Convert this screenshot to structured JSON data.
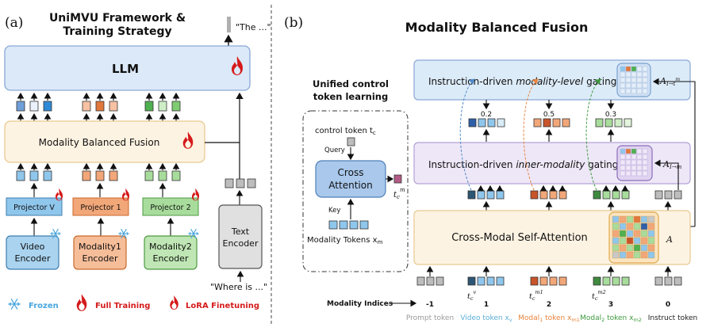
{
  "left": {
    "panel_label": "(a)",
    "title_line1": "UniMVU Framework &",
    "title_line2": "Training Strategy",
    "output_text": "\"The ...\"",
    "llm_label": "LLM",
    "fusion_label": "Modality Balanced Fusion",
    "projectors": [
      "Projector V",
      "Projector 1",
      "Projector 2"
    ],
    "encoders": [
      {
        "line1": "Video",
        "line2": "Encoder"
      },
      {
        "line1": "Modality1",
        "line2": "Encoder"
      },
      {
        "line1": "Modality2",
        "line2": "Encoder"
      }
    ],
    "text_encoder": {
      "line1": "Text",
      "line2": "Encoder"
    },
    "input_text": "\"Where is ...\"",
    "legend": {
      "frozen": "Frozen",
      "full": "Full Training",
      "lora": "LoRA Finetuning"
    }
  },
  "right": {
    "panel_label": "(b)",
    "title": "Modality Balanced Fusion",
    "unified_title_line1": "Unified control",
    "unified_title_line2": "token learning",
    "control_token": "control token t",
    "control_sub": "c",
    "query": "Query",
    "key": "Key",
    "cross_attn_line1": "Cross",
    "cross_attn_line2": "Attention",
    "tcm": "t",
    "tcm_sub": "c",
    "tcm_sup": "m",
    "modality_tokens": "Modality Tokens x",
    "modality_tokens_sub": "m",
    "gate_modality_prefix": "Instruction-driven ",
    "gate_modality_em": "modality-level",
    "gate_modality_suffix": " gating",
    "gate_inner_prefix": "Instruction-driven ",
    "gate_inner_em": "inner-modality",
    "gate_inner_suffix": " gating",
    "self_attn": "Cross-Modal Self-Attention",
    "a_modality": "A",
    "a_modality_sub": "I→t",
    "a_modality_sup": "m",
    "a_inner": "A",
    "a_inner_sub": "I→m",
    "a_label": "A",
    "weights": [
      "0.2",
      "0.5",
      "0.3"
    ],
    "modality_indices_label": "Modality Indices",
    "indices": [
      "-1",
      "1",
      "2",
      "3",
      "0"
    ],
    "tc_labels": [
      {
        "base": "t",
        "sub": "c",
        "sup": "v"
      },
      {
        "base": "t",
        "sub": "c",
        "sup": "m1"
      },
      {
        "base": "t",
        "sub": "c",
        "sup": "m2"
      }
    ],
    "token_labels": [
      {
        "text": "Prompt token",
        "color": "#9a9a9a"
      },
      {
        "text": "Video token x",
        "sub": "v",
        "color": "#5aaed8"
      },
      {
        "text": "Modal",
        "sub1": "1",
        "text2": " token x",
        "sub": "m1",
        "color": "#e8843c"
      },
      {
        "text": "Modal",
        "sub1": "2",
        "text2": " token x",
        "sub": "m2",
        "color": "#3f9a3f"
      },
      {
        "text": "Instruct token",
        "color": "#222222"
      }
    ]
  },
  "colors": {
    "llm_fill": "#dce9f8",
    "llm_stroke": "#8aa8d6",
    "fusion_fill": "#fdf3e2",
    "fusion_stroke": "#e8c991",
    "video": "#8fc6ec",
    "modal1": "#f2a779",
    "modal2": "#a8dc9c",
    "text_gray": "#bdbdbd",
    "flame": "#d51a1a",
    "frozen": "#4aa6de"
  }
}
